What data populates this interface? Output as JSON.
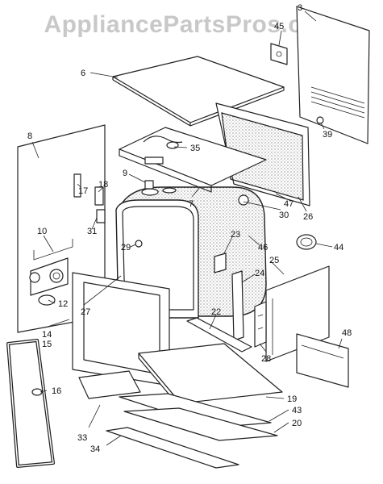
{
  "watermark": "AppliancePartsPros.com",
  "callouts": [
    "3",
    "45",
    "6",
    "39",
    "8",
    "35",
    "9",
    "18",
    "17",
    "31",
    "7",
    "30",
    "47",
    "26",
    "10",
    "23",
    "46",
    "44",
    "29",
    "25",
    "24",
    "12",
    "27",
    "22",
    "14",
    "15",
    "16",
    "28",
    "48",
    "19",
    "33",
    "43",
    "20",
    "34"
  ]
}
